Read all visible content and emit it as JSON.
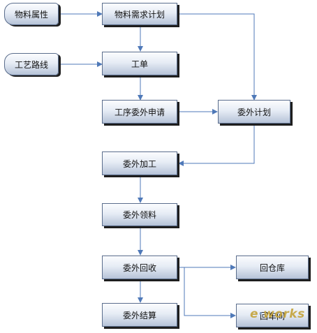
{
  "nodes": {
    "material_attr": "物料属性",
    "process_route": "工艺路线",
    "mrp": "物料需求计划",
    "work_order": "工单",
    "outsource_request": "工序委外申请",
    "outsource_plan": "委外计划",
    "outsource_processing": "委外加工",
    "outsource_picking": "委外领料",
    "outsource_return": "委外回收",
    "back_to_warehouse": "回仓库",
    "back_to_line": "回车间",
    "outsource_settlement": "委外结算"
  },
  "watermark": {
    "part1": "e",
    "part2": "works"
  },
  "colors": {
    "arrow": "#4f79b8",
    "box_border": "#5a6d8c"
  }
}
